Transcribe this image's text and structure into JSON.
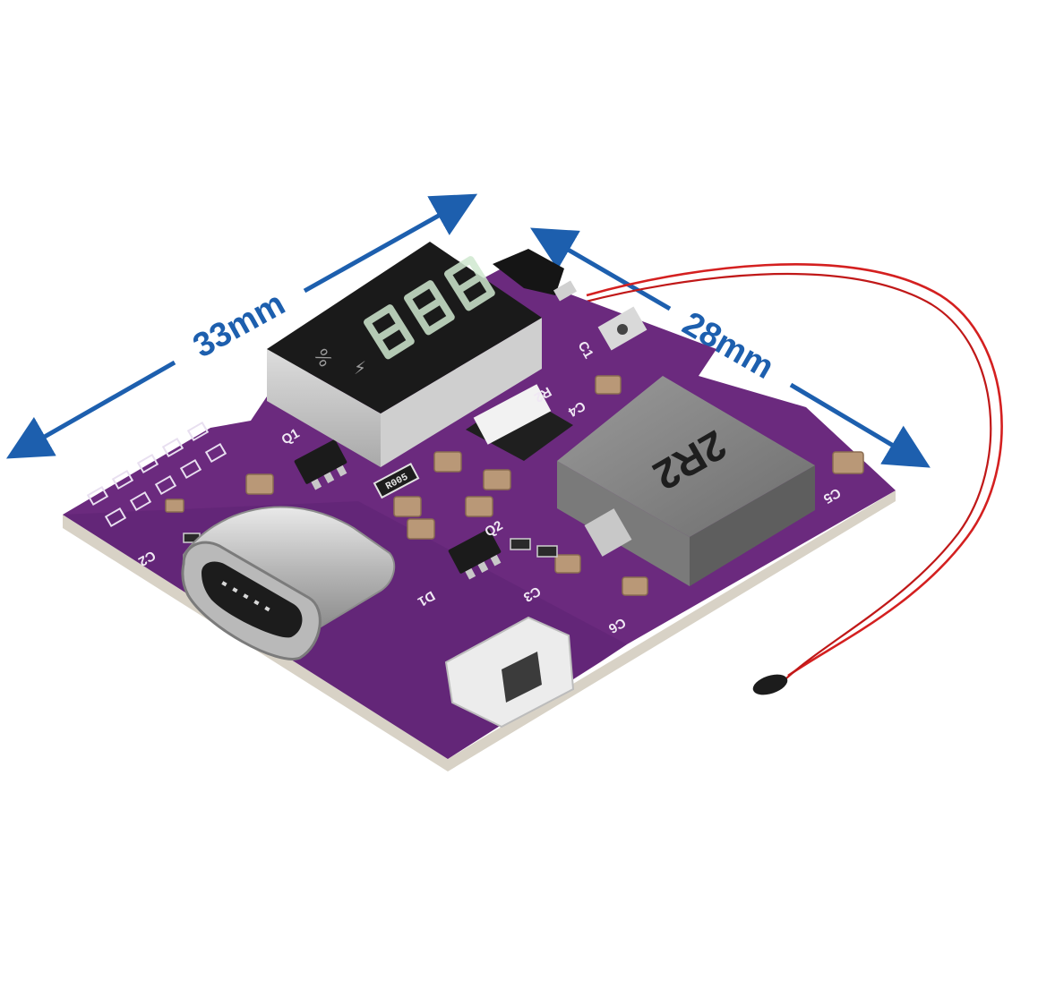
{
  "dimensions": {
    "length": "33mm",
    "width": "28mm"
  },
  "markings": {
    "inductor": "2R2",
    "resistor": "R005",
    "display_symbol": "%",
    "silkscreen": [
      "Q1",
      "R2",
      "C4",
      "C1",
      "C3",
      "D1",
      "Q2",
      "C5",
      "C6",
      "C2"
    ]
  },
  "colors": {
    "pcb": "#6b2a7e",
    "arrow": "#1d5fae",
    "wire": "#d42020",
    "background": "#ffffff"
  }
}
